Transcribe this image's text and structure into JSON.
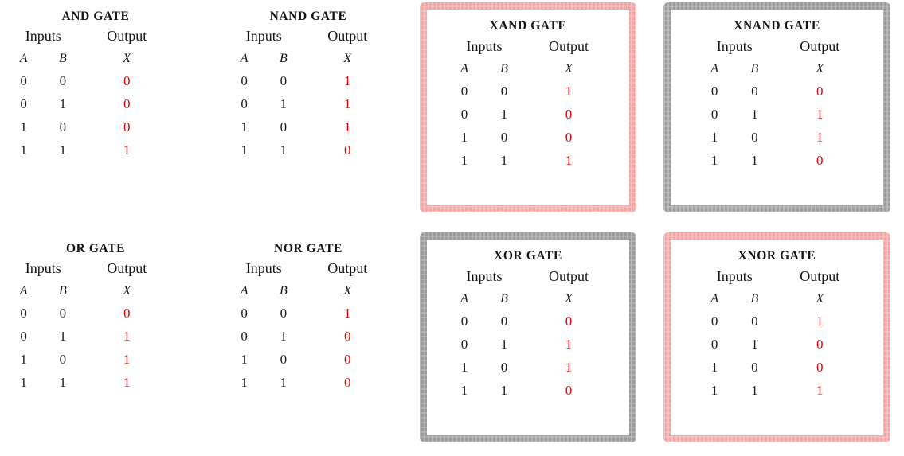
{
  "page": {
    "background": "#ffffff",
    "output_color": "#ee0000",
    "text_color": "#141414",
    "rule_color": "#3a3a3a",
    "highlight_pink": "#f3a6a6",
    "highlight_gray": "#9b9b9b"
  },
  "common": {
    "header_inputs": "Inputs",
    "header_output": "Output",
    "symbol_a": "A",
    "symbol_b": "B",
    "symbol_x": "X"
  },
  "chart_data": {
    "type": "table",
    "title": "Logic Gate Truth Tables",
    "columns": [
      "A",
      "B",
      "X"
    ],
    "column_groups": [
      "Inputs",
      "Output"
    ],
    "input_rows": [
      [
        "0",
        "0"
      ],
      [
        "0",
        "1"
      ],
      [
        "1",
        "0"
      ],
      [
        "1",
        "1"
      ]
    ],
    "gates": [
      {
        "name": "AND GATE",
        "outputs": [
          "0",
          "0",
          "0",
          "1"
        ],
        "highlight": "none"
      },
      {
        "name": "NAND GATE",
        "outputs": [
          "1",
          "1",
          "1",
          "0"
        ],
        "highlight": "none"
      },
      {
        "name": "XAND GATE",
        "outputs": [
          "1",
          "0",
          "0",
          "1"
        ],
        "highlight": "pink"
      },
      {
        "name": "XNAND GATE",
        "outputs": [
          "0",
          "1",
          "1",
          "0"
        ],
        "highlight": "gray"
      },
      {
        "name": "OR GATE",
        "outputs": [
          "0",
          "1",
          "1",
          "1"
        ],
        "highlight": "none"
      },
      {
        "name": "NOR GATE",
        "outputs": [
          "1",
          "0",
          "0",
          "0"
        ],
        "highlight": "none"
      },
      {
        "name": "XOR GATE",
        "outputs": [
          "0",
          "1",
          "1",
          "0"
        ],
        "highlight": "gray"
      },
      {
        "name": "XNOR GATE",
        "outputs": [
          "1",
          "0",
          "0",
          "1"
        ],
        "highlight": "pink"
      }
    ]
  },
  "gates": [
    {
      "id": "and",
      "title": "AND GATE",
      "highlight": "none",
      "rows": [
        {
          "a": "0",
          "b": "0",
          "x": "0"
        },
        {
          "a": "0",
          "b": "1",
          "x": "0"
        },
        {
          "a": "1",
          "b": "0",
          "x": "0"
        },
        {
          "a": "1",
          "b": "1",
          "x": "1"
        }
      ]
    },
    {
      "id": "nand",
      "title": "NAND GATE",
      "highlight": "none",
      "rows": [
        {
          "a": "0",
          "b": "0",
          "x": "1"
        },
        {
          "a": "0",
          "b": "1",
          "x": "1"
        },
        {
          "a": "1",
          "b": "0",
          "x": "1"
        },
        {
          "a": "1",
          "b": "1",
          "x": "0"
        }
      ]
    },
    {
      "id": "xand",
      "title": "XAND GATE",
      "highlight": "pink",
      "rows": [
        {
          "a": "0",
          "b": "0",
          "x": "1"
        },
        {
          "a": "0",
          "b": "1",
          "x": "0"
        },
        {
          "a": "1",
          "b": "0",
          "x": "0"
        },
        {
          "a": "1",
          "b": "1",
          "x": "1"
        }
      ]
    },
    {
      "id": "xnand",
      "title": "XNAND GATE",
      "highlight": "gray",
      "rows": [
        {
          "a": "0",
          "b": "0",
          "x": "0"
        },
        {
          "a": "0",
          "b": "1",
          "x": "1"
        },
        {
          "a": "1",
          "b": "0",
          "x": "1"
        },
        {
          "a": "1",
          "b": "1",
          "x": "0"
        }
      ]
    },
    {
      "id": "or",
      "title": "OR GATE",
      "highlight": "none",
      "rows": [
        {
          "a": "0",
          "b": "0",
          "x": "0"
        },
        {
          "a": "0",
          "b": "1",
          "x": "1"
        },
        {
          "a": "1",
          "b": "0",
          "x": "1"
        },
        {
          "a": "1",
          "b": "1",
          "x": "1"
        }
      ]
    },
    {
      "id": "nor",
      "title": "NOR GATE",
      "highlight": "none",
      "rows": [
        {
          "a": "0",
          "b": "0",
          "x": "1"
        },
        {
          "a": "0",
          "b": "1",
          "x": "0"
        },
        {
          "a": "1",
          "b": "0",
          "x": "0"
        },
        {
          "a": "1",
          "b": "1",
          "x": "0"
        }
      ]
    },
    {
      "id": "xor",
      "title": "XOR GATE",
      "highlight": "gray",
      "rows": [
        {
          "a": "0",
          "b": "0",
          "x": "0"
        },
        {
          "a": "0",
          "b": "1",
          "x": "1"
        },
        {
          "a": "1",
          "b": "0",
          "x": "1"
        },
        {
          "a": "1",
          "b": "1",
          "x": "0"
        }
      ]
    },
    {
      "id": "xnor",
      "title": "XNOR GATE",
      "highlight": "pink",
      "rows": [
        {
          "a": "0",
          "b": "0",
          "x": "1"
        },
        {
          "a": "0",
          "b": "1",
          "x": "0"
        },
        {
          "a": "1",
          "b": "0",
          "x": "0"
        },
        {
          "a": "1",
          "b": "1",
          "x": "1"
        }
      ]
    }
  ]
}
